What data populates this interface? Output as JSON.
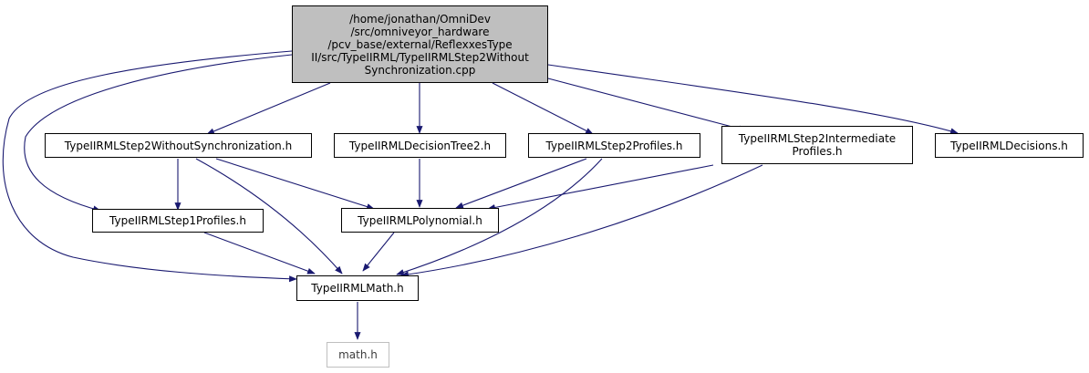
{
  "graph": {
    "root_label": "/home/jonathan/OmniDev\n/src/omniveyor_hardware\n/pcv_base/external/ReflexxesType\nII/src/TypeIIRML/TypeIIRMLStep2Without\nSynchronization.cpp",
    "nodes": {
      "step2without": "TypeIIRMLStep2WithoutSynchronization.h",
      "decisiontree2": "TypeIIRMLDecisionTree2.h",
      "step2profiles": "TypeIIRMLStep2Profiles.h",
      "step2intermediate": "TypeIIRMLStep2Intermediate\nProfiles.h",
      "decisions": "TypeIIRMLDecisions.h",
      "step1profiles": "TypeIIRMLStep1Profiles.h",
      "polynomial": "TypeIIRMLPolynomial.h",
      "math": "TypeIIRMLMath.h",
      "mathstd": "math.h"
    },
    "colors": {
      "edge": "#191970",
      "root_fill": "#bfbfbf",
      "external_border": "#bfbfbf"
    }
  }
}
